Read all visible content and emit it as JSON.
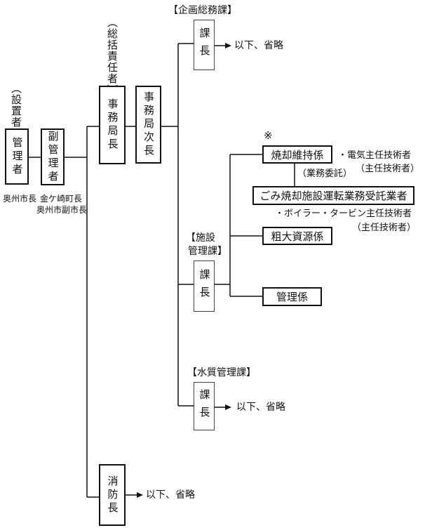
{
  "roles": {
    "setchi": "（設置者）",
    "kanrisha": "管理者",
    "fuku_kanrisha": "副管理者",
    "soukatsu": "（総括責任者）",
    "jimukyokucho": "事務局長",
    "jimukyoku_jicho": "事務局次長",
    "shoubocho": "消防長"
  },
  "names": {
    "mayor": "奥州市長",
    "kanegasaki": "金ケ崎町長",
    "vice_mayor": "奥州市副市長"
  },
  "sections": {
    "kikaku": "【企画総務課】",
    "shisetsu_1": "【施設",
    "shisetsu_2": "管理課】",
    "suishitsu": "【水質管理課】"
  },
  "kacho": "課長",
  "ika": "以下、省略",
  "units": {
    "shokyaku_mark": "※",
    "shokyaku": "焼却維持係",
    "gyomu_itaku": "（業務委託）",
    "contractor": "ごみ焼却施設運転業務受託業者",
    "sodai": "粗大資源係",
    "kanri": "管理係"
  },
  "engineers": {
    "denki": "・電気主任技術者",
    "denki_sub": "（主任技術者）",
    "boiler": "・ボイラー・タービン主任技術者",
    "boiler_sub": "（主任技術者）"
  }
}
